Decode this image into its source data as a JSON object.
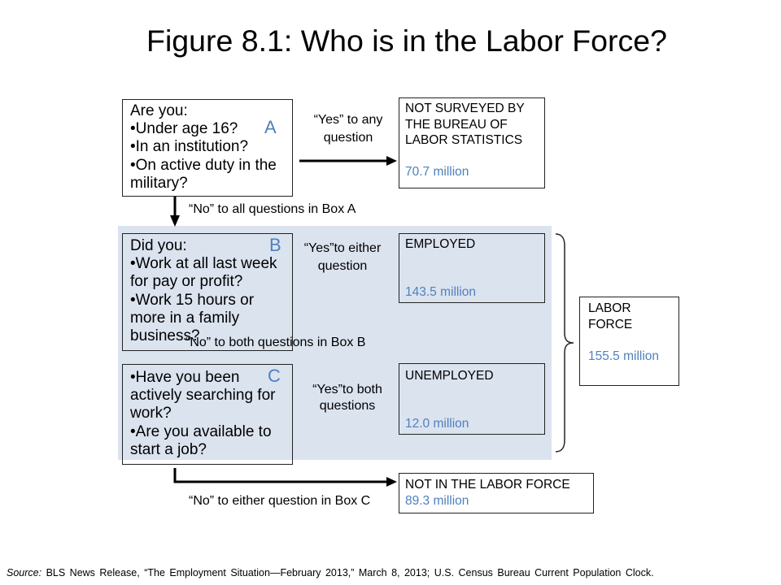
{
  "title": "Figure 8.1: Who is in the Labor Force?",
  "colors": {
    "accent": "#4F81BD",
    "shade": "#DBE3EF",
    "text": "#000000"
  },
  "box_a": {
    "letter": "A",
    "lines": [
      "Are you:",
      "•Under age 16?",
      "•In an institution?",
      "•On active duty in the",
      "military?"
    ]
  },
  "box_b": {
    "letter": "B",
    "lines": [
      "Did you:",
      "•Work at all last week",
      "for pay or profit?",
      "•Work 15 hours or",
      "more in a family",
      "business?"
    ]
  },
  "box_c": {
    "letter": "C",
    "lines": [
      "•Have you been",
      "actively searching for",
      "work?",
      "•Are you available to",
      "start a job?"
    ]
  },
  "edges": {
    "a_yes": [
      "“Yes” to any",
      "question"
    ],
    "a_no": "“No” to all questions in Box A",
    "b_yes": [
      "“Yes”to either",
      "question"
    ],
    "b_no": "“No” to both questions in Box B",
    "c_yes": [
      "“Yes”to both",
      "questions"
    ],
    "c_no": "“No” to either question in Box C"
  },
  "outcomes": {
    "not_surveyed": {
      "label_lines": [
        "NOT SURVEYED BY",
        "THE BUREAU OF",
        "LABOR STATISTICS"
      ],
      "value": "70.7 million"
    },
    "employed": {
      "label": "EMPLOYED",
      "value": "143.5 million"
    },
    "unemployed": {
      "label": "UNEMPLOYED",
      "value": "12.0 million"
    },
    "labor_force": {
      "label_lines": [
        "LABOR",
        "FORCE"
      ],
      "value": "155.5 million"
    },
    "not_in_labor_force": {
      "label": "NOT IN THE LABOR FORCE",
      "value": "89.3 million"
    }
  },
  "source": {
    "prefix": "Source:",
    "text": " BLS News Release, “The Employment Situation—February 2013,” March 8, 2013; U.S. Census Bureau Current Population Clock."
  }
}
